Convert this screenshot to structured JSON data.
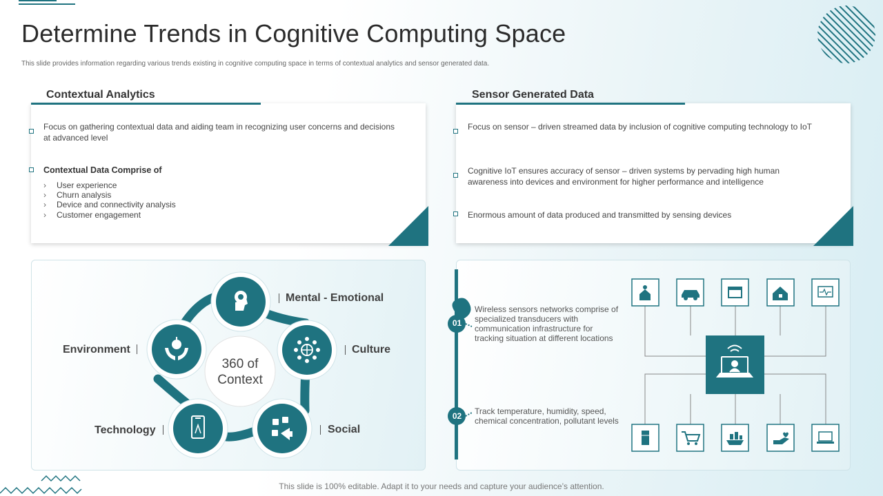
{
  "title": "Determine Trends in Cognitive Computing Space",
  "subtitle": "This slide provides information regarding various trends existing in cognitive computing space in terms of contextual analytics and sensor generated data.",
  "contextual": {
    "label": "Contextual Analytics",
    "bullet1": "Focus on gathering contextual data and aiding team in recognizing user concerns and decisions at advanced  level",
    "bullet2_title": "Contextual Data Comprise of",
    "items": [
      "User experience",
      "Churn analysis",
      "Device and connectivity analysis",
      "Customer engagement"
    ]
  },
  "sensor": {
    "label": "Sensor Generated Data",
    "bullets": [
      "Focus on sensor – driven  streamed data by inclusion of cognitive  computing technology to IoT",
      "Cognitive  IoT ensures accuracy of sensor – driven  systems by pervading  high human awareness into devices and environment  for higher performance  and intelligence",
      "Enormous  amount  of data produced  and transmitted by sensing devices"
    ]
  },
  "cycle": {
    "center_line1": "360 of",
    "center_line2": "Context",
    "labels": {
      "mental": "Mental - Emotional",
      "culture": "Culture",
      "social": "Social",
      "technology": "Technology",
      "environment": "Environment"
    }
  },
  "network": {
    "steps": [
      {
        "num": "01",
        "text": "Wireless sensors networks comprise of specialized transducers with communication infrastructure for tracking situation at different locations"
      },
      {
        "num": "02",
        "text": "Track temperature, humidity, speed, chemical concentration, pollutant levels"
      }
    ],
    "top_icons": [
      "house-plant-icon",
      "car-icon",
      "window-icon",
      "smart-home-icon",
      "monitor-pulse-icon"
    ],
    "bottom_icons": [
      "fridge-icon",
      "cart-icon",
      "ship-icon",
      "hand-heart-icon",
      "laptop-icon"
    ],
    "hub_icon": "laptop-user-wifi-icon"
  },
  "footer": "This slide is 100% editable. Adapt it to your needs and capture your audience’s attention.",
  "colors": {
    "accent": "#1f7380",
    "card_bg": "#ffffff"
  }
}
